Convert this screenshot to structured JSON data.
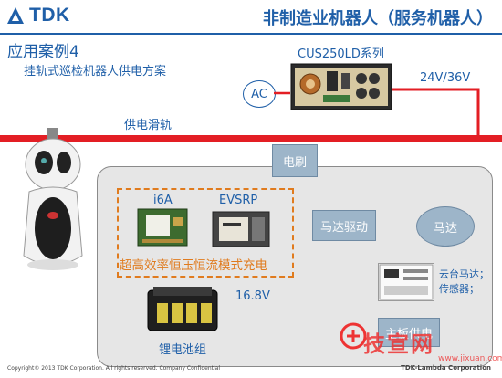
{
  "header": {
    "logo_text": "TDK",
    "title": "非制造业机器人（服务机器人）"
  },
  "case": {
    "title": "应用案例4",
    "subtitle": "挂轨式巡检机器人供电方案"
  },
  "power_supply": {
    "label": "CUS250LD系列",
    "input": "AC",
    "output_voltage": "24V/36V"
  },
  "rail": {
    "label": "供电滑轨"
  },
  "brush": {
    "label": "电刷"
  },
  "charger": {
    "module1": "i6A",
    "module2": "EVSRP",
    "label": "超高效率恒压恒流模式充电"
  },
  "motor_driver": {
    "label": "马达驱动"
  },
  "motor": {
    "label": "马达"
  },
  "ptz": {
    "label_line1": "云台马达；",
    "label_line2": "传感器；"
  },
  "main_power": {
    "label": "主板供电"
  },
  "battery": {
    "voltage": "16.8V",
    "label": "锂电池组"
  },
  "footer": {
    "copyright": "Copyright© 2013 TDK Corporation.  All rights reserved.   Company  Confidential",
    "corporation": "TDK-Lambda Corporation"
  },
  "watermark": {
    "text": "技宣网",
    "url": "www.jixuan.com"
  },
  "colors": {
    "brand_blue": "#1f5fa8",
    "rail_red": "#e31e24",
    "accent_orange": "#e07b1e",
    "box_fill": "#9db5c9"
  }
}
